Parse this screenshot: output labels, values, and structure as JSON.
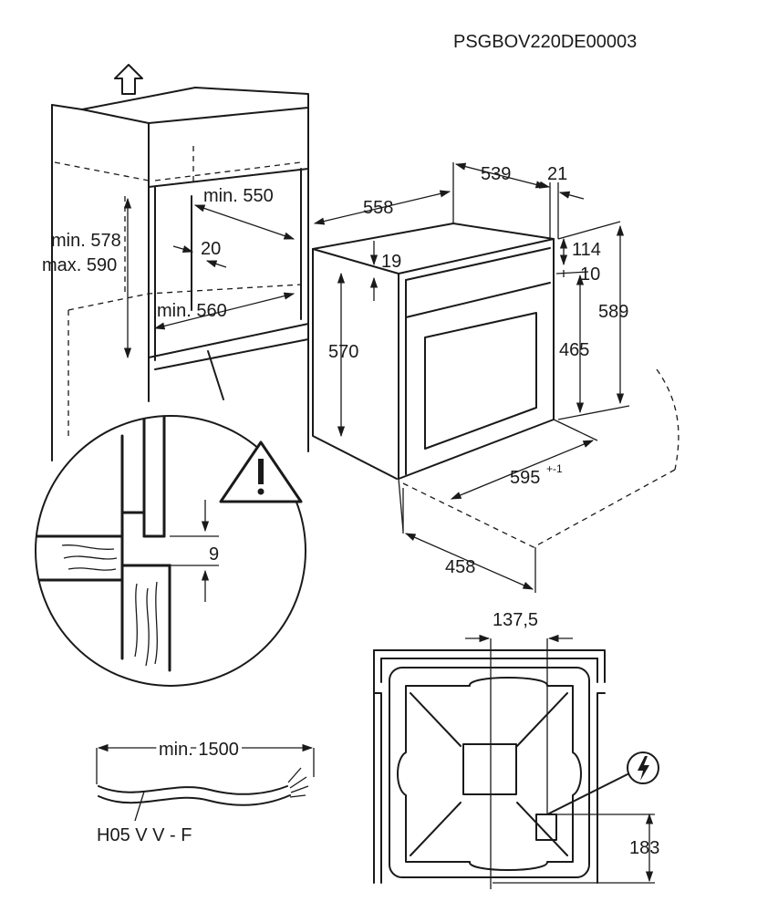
{
  "doc_code": "PSGBOV220DE00003",
  "dimensions": {
    "min_550": "min. 550",
    "d20": "20",
    "min_578": "min. 578",
    "max_590": "max. 590",
    "min_560": "min. 560",
    "d558": "558",
    "d539": "539",
    "d21": "21",
    "d114": "114",
    "d10": "10",
    "d19": "19",
    "d570": "570",
    "d589": "589",
    "d465": "465",
    "d595": "595",
    "d595_tol": "+-1",
    "d458": "458",
    "d9": "9",
    "d137_5": "137,5",
    "d183": "183",
    "min_1500": "min. 1500"
  },
  "cable_type": "H05 V V - F",
  "colors": {
    "line": "#1a1a1a",
    "background": "#ffffff"
  }
}
